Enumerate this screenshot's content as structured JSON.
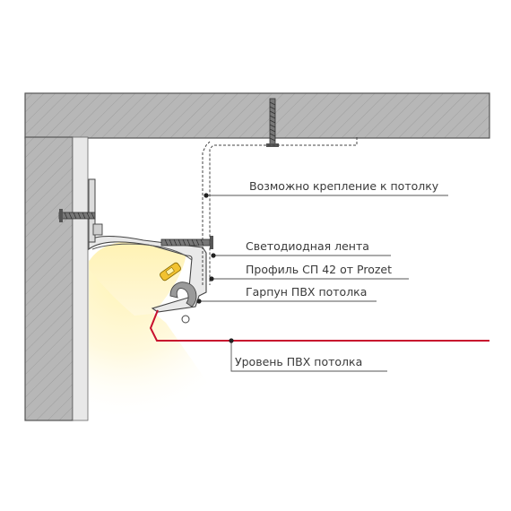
{
  "labels": {
    "mount": "Возможно крепление к потолку",
    "led": "Светодиодная лента",
    "profile": "Профиль СП 42 от Prozet",
    "harpoon": "Гарпун ПВХ потолка",
    "level": "Уровень ПВХ потолка"
  },
  "colors": {
    "concrete": "#b5b5b5",
    "membrane": "#c8102e",
    "light": "#fff6c8",
    "profile": "#e6e6e6",
    "harpoon": "#9a9a9a",
    "led": "#f2c230"
  }
}
